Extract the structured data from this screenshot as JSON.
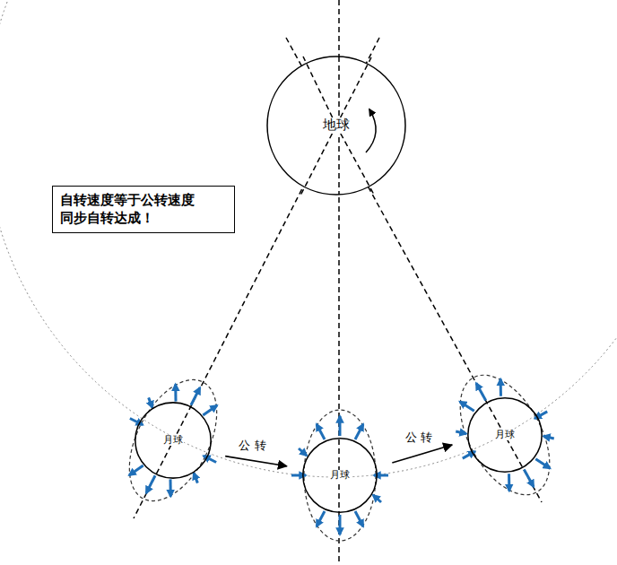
{
  "diagram": {
    "nodes": [
      {
        "text": [
          "地球"
        ]
      },
      {
        "text": [
          "自转速度等于公转速度 同步自转达成！"
        ]
      },
      {
        "text": [
          "月球"
        ]
      },
      {
        "text": [
          "月球"
        ]
      },
      {
        "text": [
          "月球"
        ]
      }
    ],
    "edges": [
      {
        "from": 2,
        "to": 3,
        "arrow": "to",
        "label": "公 转"
      },
      {
        "from": 3,
        "to": 4,
        "arrow": "to",
        "label": "公 转"
      }
    ]
  }
}
